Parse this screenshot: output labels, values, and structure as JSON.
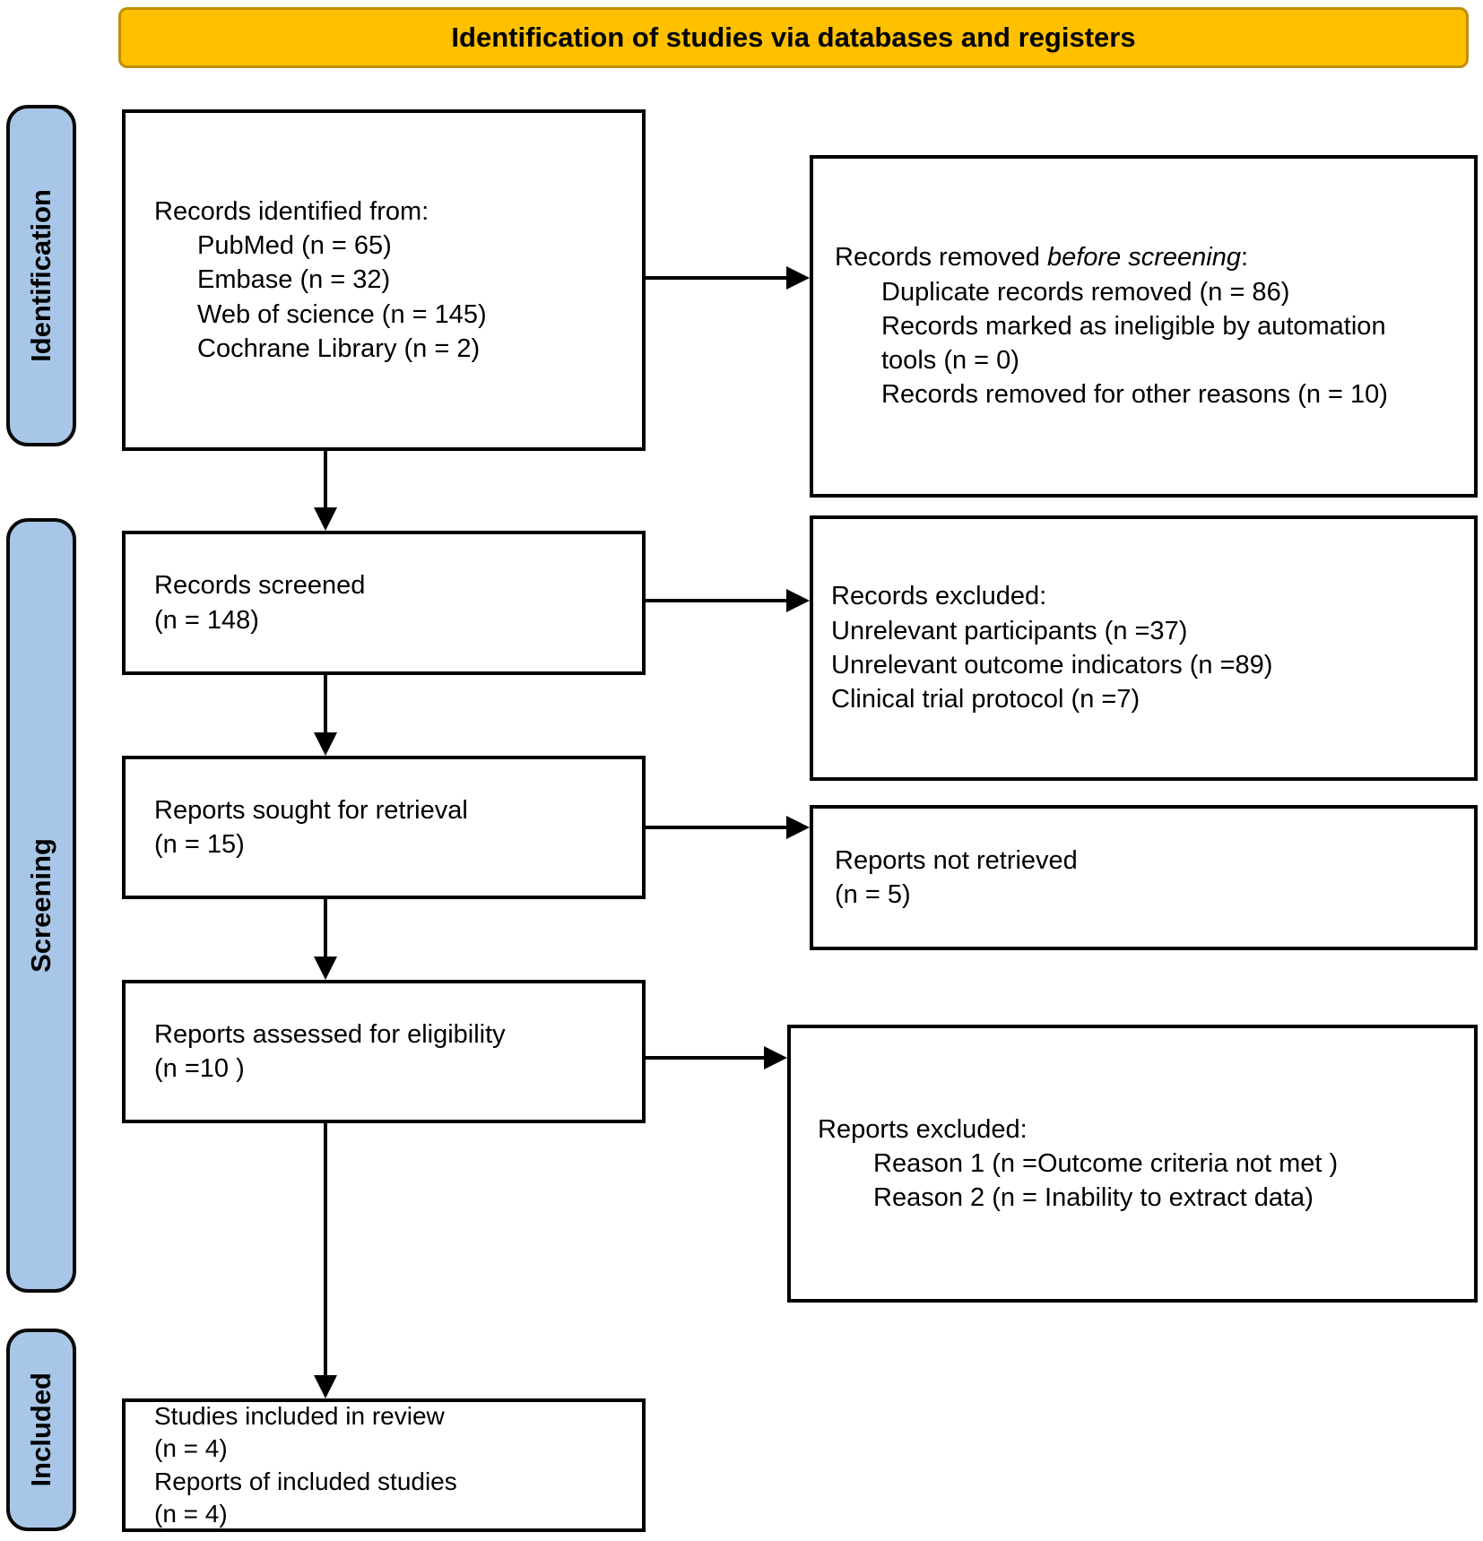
{
  "banner": {
    "title": "Identification of studies via databases and registers"
  },
  "stages": [
    {
      "label": "Identification"
    },
    {
      "label": "Screening"
    },
    {
      "label": "Included"
    }
  ],
  "boxes": {
    "identified": {
      "title": "Records identified from:",
      "items": [
        "PubMed (n = 65)",
        "Embase (n = 32)",
        "Web of science (n = 145)",
        "Cochrane Library (n = 2)"
      ]
    },
    "removed": {
      "title_prefix": "Records removed ",
      "title_italic": "before screening",
      "title_suffix": ":",
      "items": [
        "Duplicate records removed  (n = 86)",
        "Records marked as ineligible by automation tools (n = 0)",
        "Records removed for other reasons (n = 10)"
      ]
    },
    "screened": {
      "lines": [
        "Records screened",
        "(n = 148)"
      ]
    },
    "records_excluded": {
      "lines": [
        "Records excluded:",
        "Unrelevant participants (n =37)",
        "Unrelevant outcome indicators (n =89)",
        "Clinical trial protocol (n =7)"
      ]
    },
    "sought": {
      "lines": [
        "Reports sought for retrieval",
        "(n = 15)"
      ]
    },
    "not_retrieved": {
      "lines": [
        "Reports not retrieved",
        "(n = 5)"
      ]
    },
    "assessed": {
      "lines": [
        "Reports assessed for eligibility",
        "(n =10 )"
      ]
    },
    "reports_excluded": {
      "title": "Reports excluded:",
      "items": [
        "Reason 1 (n =Outcome criteria not met )",
        "Reason 2 (n = Inability to extract data)"
      ]
    },
    "included": {
      "lines": [
        "Studies included in review",
        "(n = 4)",
        "Reports of included studies",
        "(n = 4)"
      ]
    }
  },
  "colors": {
    "banner_fill": "#FFC000",
    "banner_border": "#BF9000",
    "stage_fill": "#A8C6E7",
    "box_border": "#000000",
    "arrow": "#000000"
  }
}
